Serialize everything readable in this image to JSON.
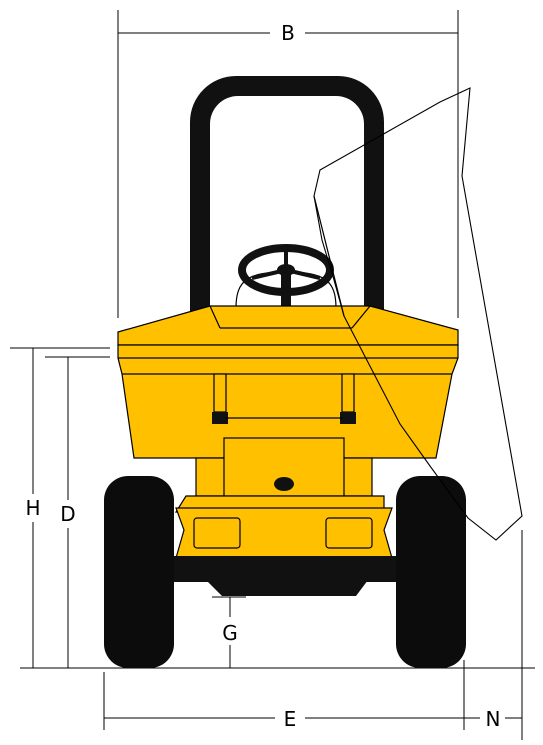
{
  "dimension_labels": {
    "overall_width": "B",
    "overall_height": "H",
    "body_height": "D",
    "ground_clearance": "G",
    "track_width": "E",
    "overhang": "N"
  },
  "colors": {
    "body": "#ffc000",
    "tires": "#0c0c0c",
    "lines": "#000000",
    "background": "#ffffff"
  },
  "icons": {
    "machine": "site-dumper-front-view"
  }
}
